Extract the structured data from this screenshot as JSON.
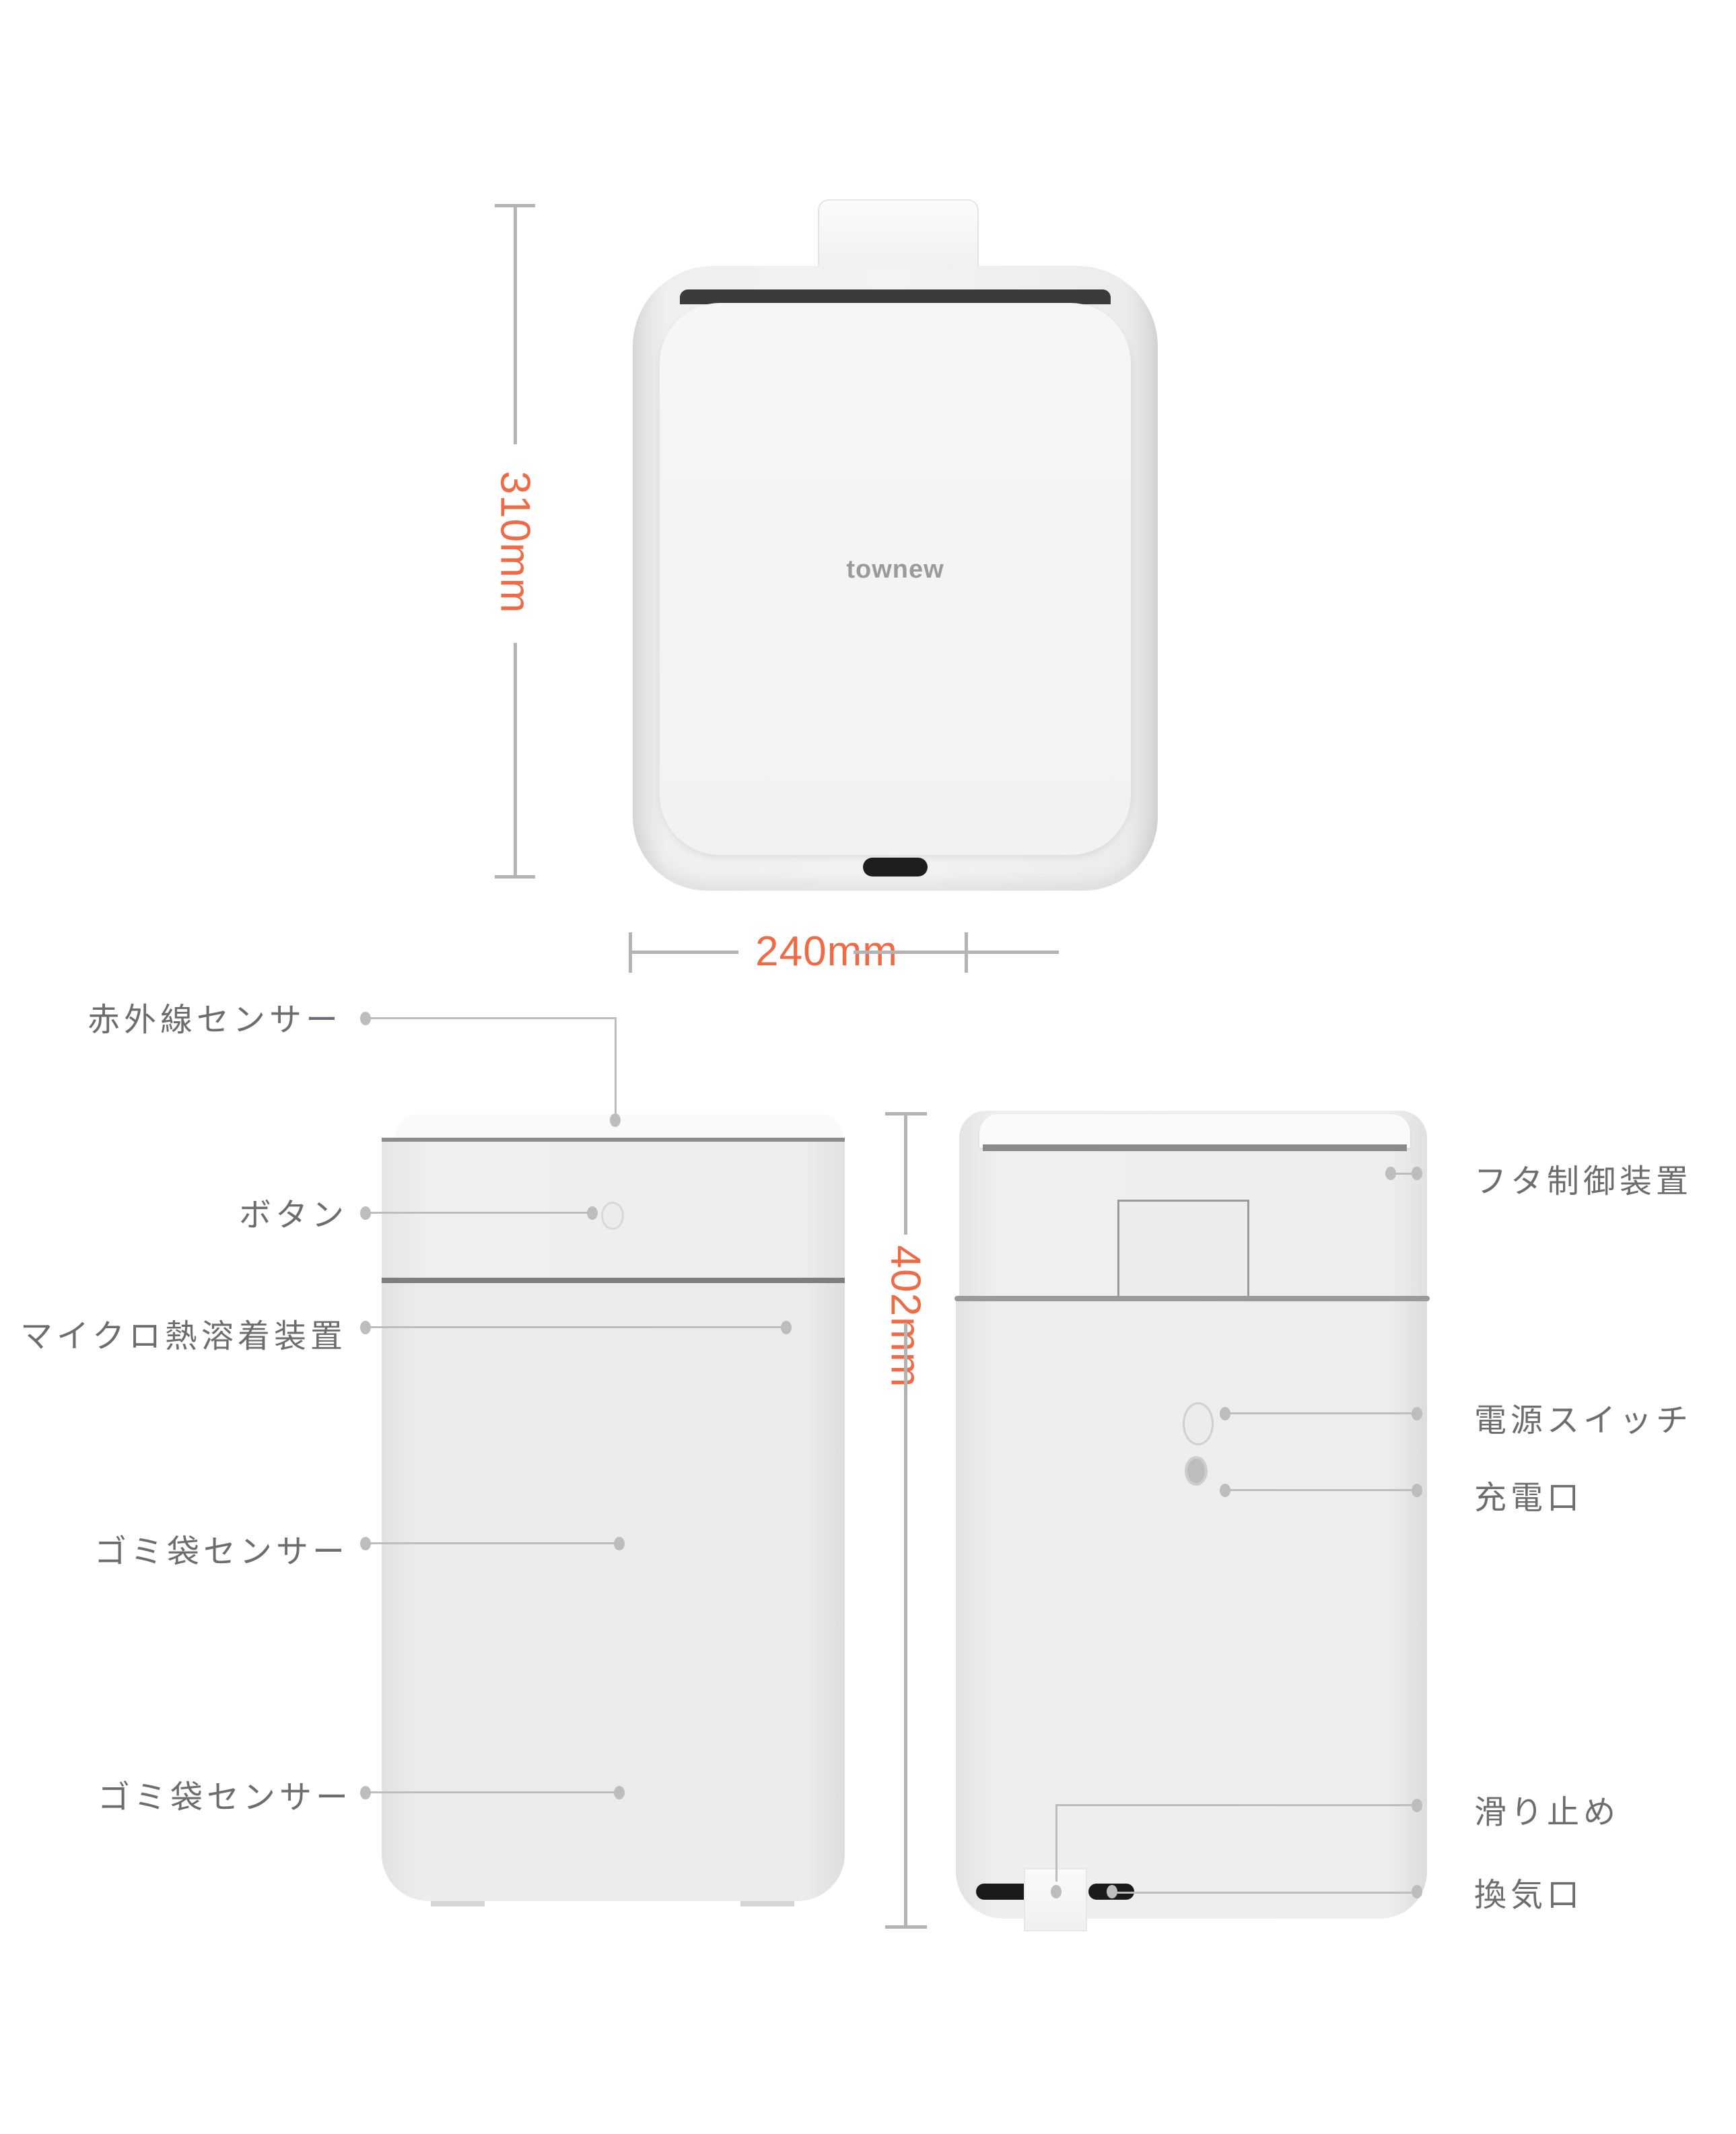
{
  "top_view": {
    "brand_logo": "townew",
    "height_dimension": "310mm",
    "width_dimension": "240mm"
  },
  "front_view": {
    "height_dimension": "402mm",
    "callouts": [
      {
        "id": "infrared-sensor",
        "label": "赤外線センサー"
      },
      {
        "id": "button",
        "label": "ボタン"
      },
      {
        "id": "micro-heat-sealer",
        "label": "マイクロ熱溶着装置"
      },
      {
        "id": "bag-sensor-upper",
        "label": "ゴミ袋センサー"
      },
      {
        "id": "bag-sensor-lower",
        "label": "ゴミ袋センサー"
      }
    ]
  },
  "back_view": {
    "callouts": [
      {
        "id": "lid-control",
        "label": "フタ制御装置"
      },
      {
        "id": "power-switch",
        "label": "電源スイッチ"
      },
      {
        "id": "charging-port",
        "label": "充電口"
      },
      {
        "id": "non-slip",
        "label": "滑り止め"
      },
      {
        "id": "vent",
        "label": "換気口"
      }
    ]
  },
  "colors": {
    "dimension_text": "#ef6a45",
    "dimension_line": "#b3b3b3",
    "callout_text": "#6b6d70",
    "leader_line": "#bdbdbd"
  }
}
